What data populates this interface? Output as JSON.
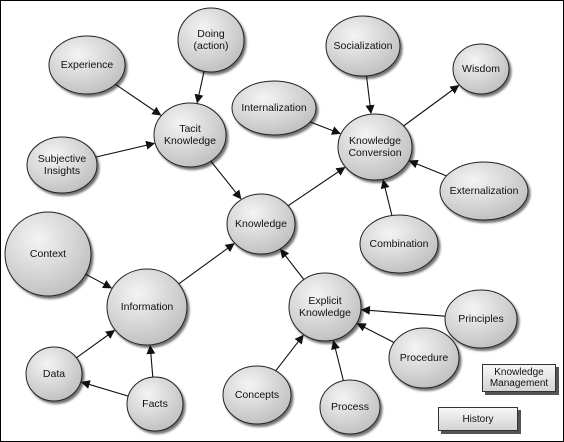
{
  "diagram": {
    "nodes": [
      {
        "id": "doing",
        "lines": [
          "Doing",
          "(action)"
        ]
      },
      {
        "id": "experience",
        "lines": [
          "Experience"
        ]
      },
      {
        "id": "tacit",
        "lines": [
          "Tacit",
          "Knowledge"
        ]
      },
      {
        "id": "subjective",
        "lines": [
          "Subjective",
          "Insights"
        ]
      },
      {
        "id": "socialization",
        "lines": [
          "Socialization"
        ]
      },
      {
        "id": "wisdom",
        "lines": [
          "Wisdom"
        ]
      },
      {
        "id": "internalization",
        "lines": [
          "Internalization"
        ]
      },
      {
        "id": "conversion",
        "lines": [
          "Knowledge",
          "Conversion"
        ]
      },
      {
        "id": "externalization",
        "lines": [
          "Externalization"
        ]
      },
      {
        "id": "knowledge",
        "lines": [
          "Knowledge"
        ]
      },
      {
        "id": "combination",
        "lines": [
          "Combination"
        ]
      },
      {
        "id": "context",
        "lines": [
          "Context"
        ]
      },
      {
        "id": "information",
        "lines": [
          "Information"
        ]
      },
      {
        "id": "explicit",
        "lines": [
          "Explicit",
          "Knowledge"
        ]
      },
      {
        "id": "principles",
        "lines": [
          "Principles"
        ]
      },
      {
        "id": "procedure",
        "lines": [
          "Procedure"
        ]
      },
      {
        "id": "data",
        "lines": [
          "Data"
        ]
      },
      {
        "id": "facts",
        "lines": [
          "Facts"
        ]
      },
      {
        "id": "concepts",
        "lines": [
          "Concepts"
        ]
      },
      {
        "id": "process",
        "lines": [
          "Process"
        ]
      }
    ],
    "edges": [
      {
        "from": "doing",
        "to": "tacit"
      },
      {
        "from": "experience",
        "to": "tacit"
      },
      {
        "from": "subjective",
        "to": "tacit"
      },
      {
        "from": "tacit",
        "to": "knowledge"
      },
      {
        "from": "socialization",
        "to": "conversion"
      },
      {
        "from": "internalization",
        "to": "conversion"
      },
      {
        "from": "conversion",
        "to": "wisdom"
      },
      {
        "from": "externalization",
        "to": "conversion"
      },
      {
        "from": "combination",
        "to": "conversion"
      },
      {
        "from": "knowledge",
        "to": "conversion"
      },
      {
        "from": "information",
        "to": "knowledge"
      },
      {
        "from": "explicit",
        "to": "knowledge"
      },
      {
        "from": "context",
        "to": "information"
      },
      {
        "from": "data",
        "to": "information"
      },
      {
        "from": "facts",
        "to": "information"
      },
      {
        "from": "facts",
        "to": "data"
      },
      {
        "from": "principles",
        "to": "explicit"
      },
      {
        "from": "procedure",
        "to": "explicit"
      },
      {
        "from": "process",
        "to": "explicit"
      },
      {
        "from": "concepts",
        "to": "explicit"
      }
    ]
  },
  "buttons": {
    "km_line1": "Knowledge",
    "km_line2": "Management",
    "history": "History"
  },
  "colors": {
    "node_fill_light": "#f4f4f4",
    "node_fill_dark": "#bdbdbd",
    "node_stroke": "#222222",
    "edge": "#111111"
  }
}
